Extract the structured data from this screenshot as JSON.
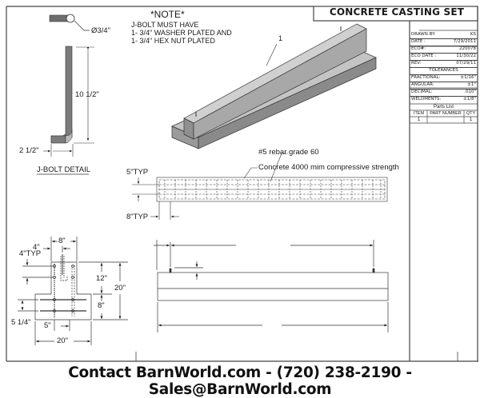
{
  "title_block": {
    "title": "CONCRETE CASTING SET",
    "fields": [
      {
        "label": "DRAWN BY:",
        "value": "KS"
      },
      {
        "label": "DATE :",
        "value": "7/29/2011"
      },
      {
        "label": "ECO#:",
        "value": "220078"
      },
      {
        "label": "ECO DATE :",
        "value": "11/30/22"
      },
      {
        "label": "REV:",
        "value": "07/29/11"
      }
    ],
    "tolerances_header": "TOLERANCES",
    "tolerances": [
      {
        "label": "FRACTIONAL:",
        "value": "±1/16\""
      },
      {
        "label": "ANGULAR:",
        "value": "±1°"
      },
      {
        "label": "DECIMAL:",
        "value": ".010\""
      },
      {
        "label": "WELDMENTS:",
        "value": "±1/8\""
      }
    ]
  },
  "parts_list": {
    "header": "Parts List",
    "columns": [
      "ITEM",
      "PART NUMBER",
      "QTY"
    ],
    "rows": [
      {
        "item": "1",
        "part_number": "",
        "qty": "1"
      }
    ]
  },
  "note": {
    "title": "*NOTE*",
    "lines": [
      "J-BOLT MUST HAVE",
      "1- 3/4\" WASHER PLATED AND",
      "1- 3/4\" HEX NUT PLATED"
    ]
  },
  "jbolt_detail": {
    "label": "J-BOLT DETAIL",
    "diameter": "Ø3/4\"",
    "height": "10 1/2\"",
    "foot": "2 1/2\""
  },
  "iso_view": {
    "balloon": "1"
  },
  "plan_view": {
    "rebar_callout": "#5 rebar grade 60",
    "concrete_callout": "Concrete 4000 mim compressive strength",
    "spacing_vertical": "5\"TYP",
    "spacing_horizontal": "8\"TYP"
  },
  "section_view": {
    "top_width": "8\"",
    "bolt_offset": "4\"",
    "bolt_spacing": "4\"TYP",
    "upper_height": "12\"",
    "total_height": "20\"",
    "lower_height": "8\"",
    "rebar_spacing_v": "5 1/4\"",
    "rebar_spacing_h": "5\"",
    "base_width": "20\""
  },
  "footer": {
    "text": "Contact BarnWorld.com  -  (720) 238-2190  -  Sales@BarnWorld.com"
  }
}
